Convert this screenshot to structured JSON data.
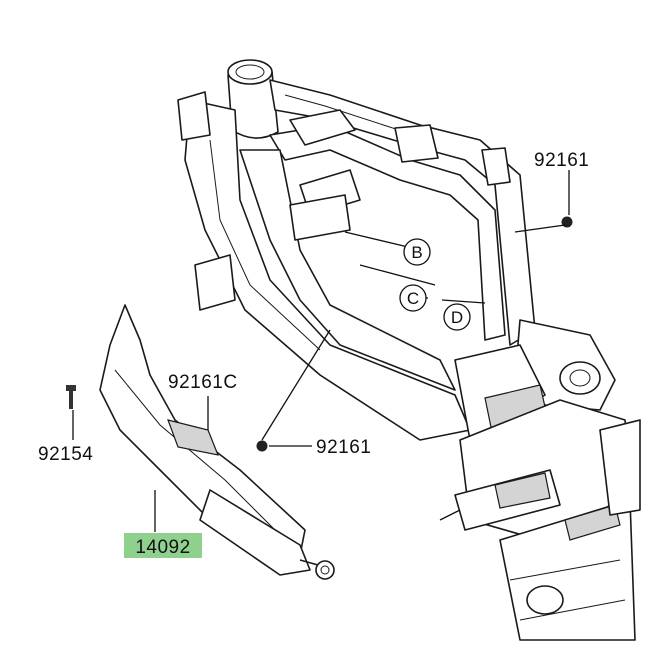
{
  "parts": {
    "p92161_top": "92161",
    "p92161c": "92161C",
    "p92154": "92154",
    "p92161_mid": "92161",
    "p14092": "14092"
  },
  "callouts": {
    "b": "B",
    "c": "C",
    "d": "D"
  },
  "colors": {
    "highlight": "#8fd08f",
    "line": "#1a1a1a"
  }
}
